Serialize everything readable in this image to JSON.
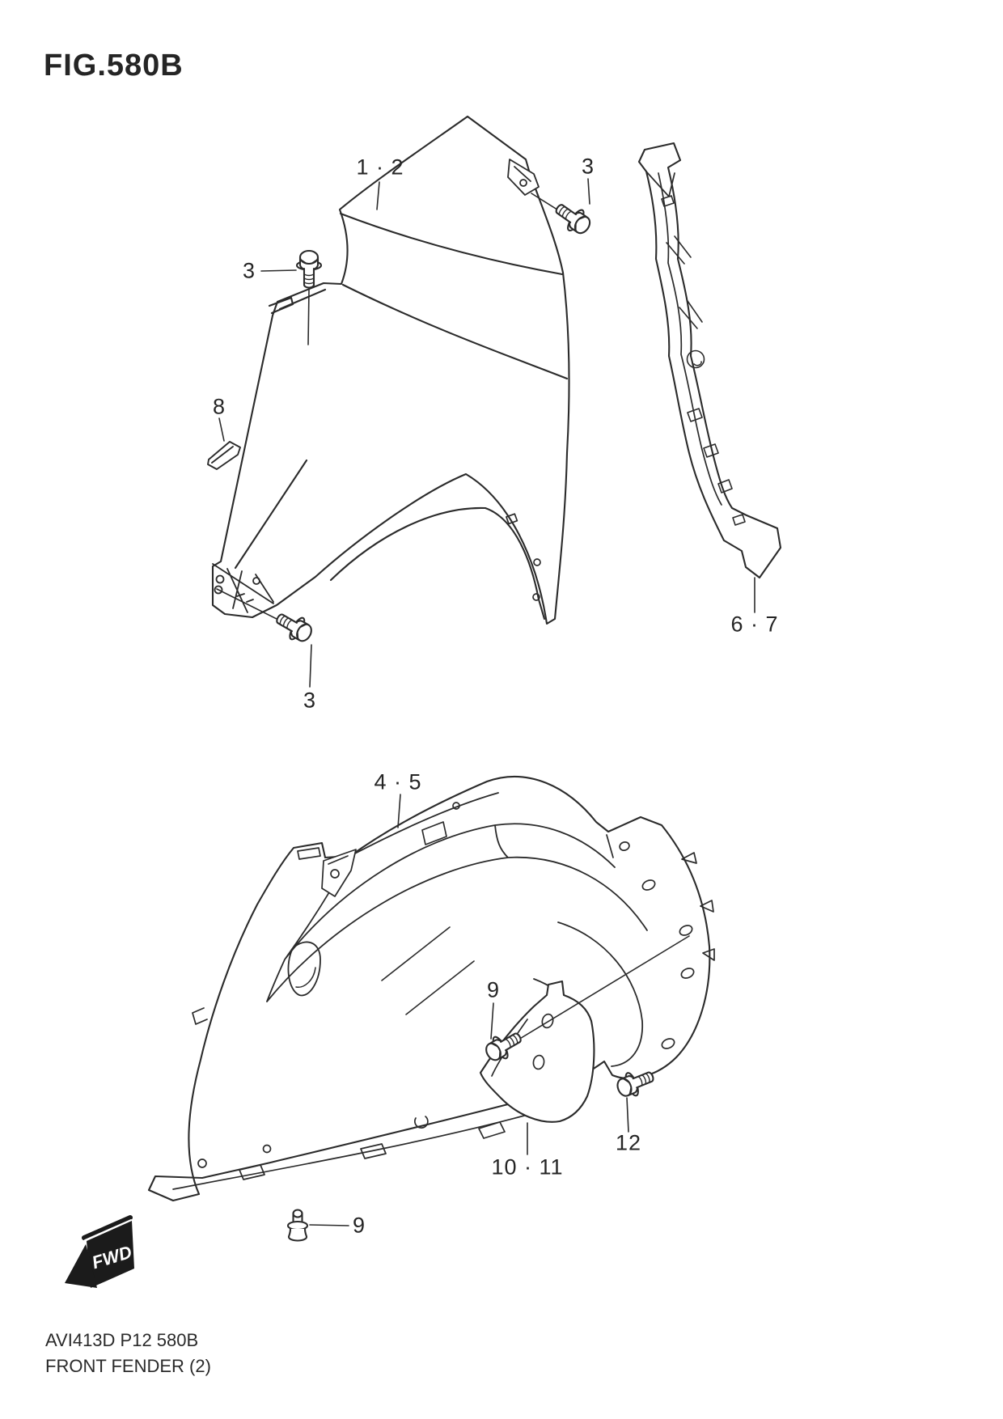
{
  "figure": {
    "title": "FIG.580B"
  },
  "footer": {
    "code": "AVI413D P12 580B",
    "caption": "FRONT FENDER (2)"
  },
  "direction_flag": {
    "label": "FWD"
  },
  "callouts": {
    "front_fender": {
      "label": "1 · 2"
    },
    "bolt_top_right": {
      "label": "3"
    },
    "bolt_left": {
      "label": "3"
    },
    "cushion": {
      "label": "8"
    },
    "side_protector": {
      "label": "6 · 7"
    },
    "bolt_bottom": {
      "label": "3"
    },
    "wheel_liner": {
      "label": "4 · 5"
    },
    "screw_mudflap": {
      "label": "9"
    },
    "mud_flap": {
      "label": "10 · 11"
    },
    "clip_bolt": {
      "label": "12"
    },
    "clip_lower": {
      "label": "9"
    }
  }
}
